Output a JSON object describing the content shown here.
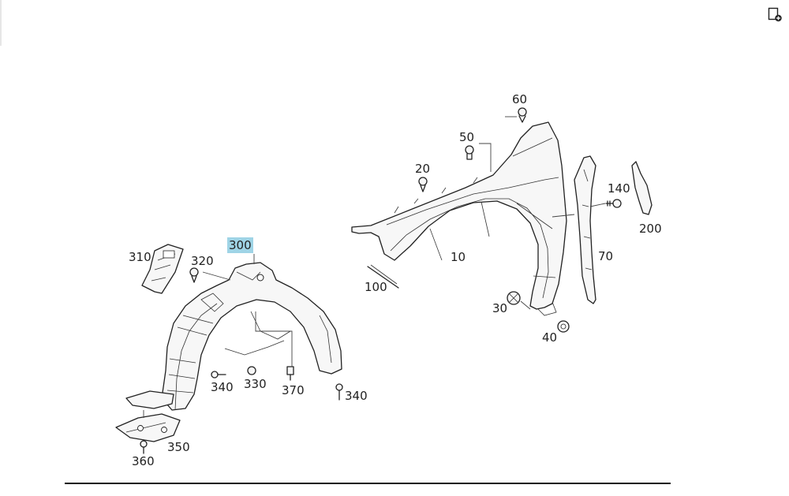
{
  "toolbar": {
    "icon": "add-page-icon"
  },
  "diagram": {
    "highlighted_callout": "300",
    "callouts": [
      {
        "id": "c60",
        "text": "60"
      },
      {
        "id": "c50",
        "text": "50"
      },
      {
        "id": "c20",
        "text": "20"
      },
      {
        "id": "c140",
        "text": "140"
      },
      {
        "id": "c200",
        "text": "200"
      },
      {
        "id": "c70",
        "text": "70"
      },
      {
        "id": "c10",
        "text": "10"
      },
      {
        "id": "c100",
        "text": "100"
      },
      {
        "id": "c30",
        "text": "30"
      },
      {
        "id": "c40",
        "text": "40"
      },
      {
        "id": "c300",
        "text": "300"
      },
      {
        "id": "c310",
        "text": "310"
      },
      {
        "id": "c320",
        "text": "320"
      },
      {
        "id": "c340a",
        "text": "340"
      },
      {
        "id": "c330",
        "text": "330"
      },
      {
        "id": "c370",
        "text": "370"
      },
      {
        "id": "c340b",
        "text": "340"
      },
      {
        "id": "c350",
        "text": "350"
      },
      {
        "id": "c360",
        "text": "360"
      }
    ]
  }
}
